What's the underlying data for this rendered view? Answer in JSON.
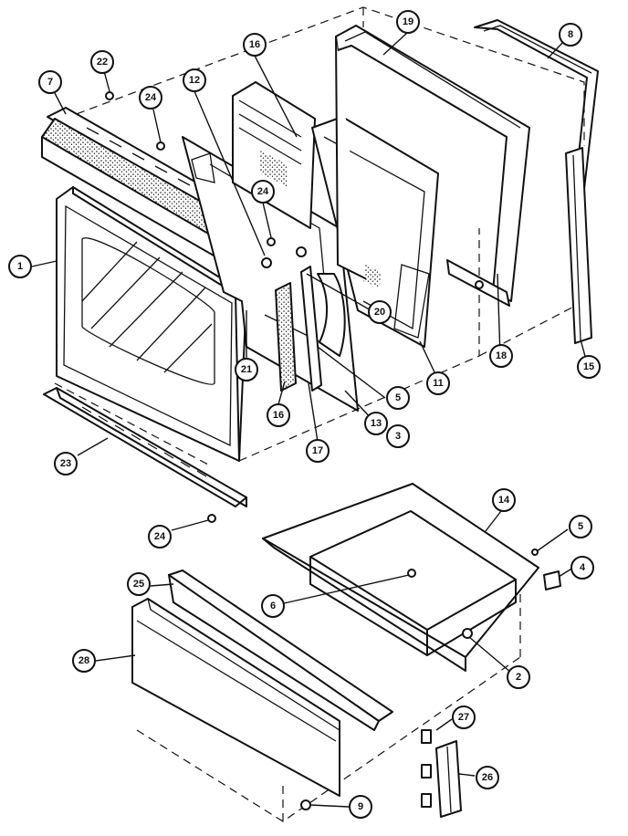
{
  "callouts": [
    {
      "label": "1"
    },
    {
      "label": "2"
    },
    {
      "label": "3"
    },
    {
      "label": "4"
    },
    {
      "label": "5"
    },
    {
      "label": "5"
    },
    {
      "label": "6"
    },
    {
      "label": "7"
    },
    {
      "label": "8"
    },
    {
      "label": "9"
    },
    {
      "label": "11"
    },
    {
      "label": "12"
    },
    {
      "label": "13"
    },
    {
      "label": "14"
    },
    {
      "label": "15"
    },
    {
      "label": "16"
    },
    {
      "label": "16"
    },
    {
      "label": "17"
    },
    {
      "label": "18"
    },
    {
      "label": "19"
    },
    {
      "label": "20"
    },
    {
      "label": "21"
    },
    {
      "label": "22"
    },
    {
      "label": "23"
    },
    {
      "label": "24"
    },
    {
      "label": "24"
    },
    {
      "label": "24"
    },
    {
      "label": "25"
    },
    {
      "label": "26"
    },
    {
      "label": "27"
    },
    {
      "label": "28"
    }
  ]
}
